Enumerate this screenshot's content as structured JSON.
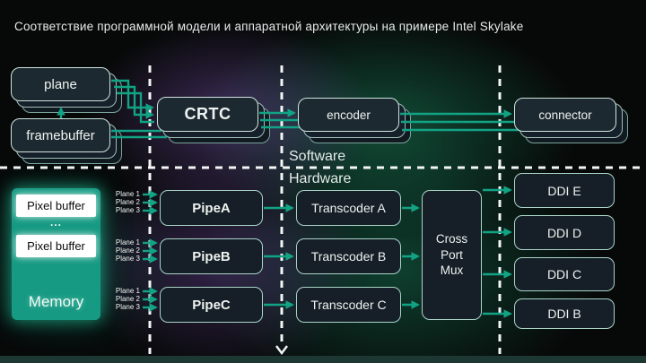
{
  "title": "Соответствие программной модели и аппаратной архитектуры на примере Intel Skylake",
  "labels": {
    "software": "Software",
    "hardware": "Hardware"
  },
  "software": {
    "plane": "plane",
    "framebuffer": "framebuffer",
    "crtc": "CRTC",
    "encoder": "encoder",
    "connector": "connector"
  },
  "hardware": {
    "memory_label": "Memory",
    "pixel_buffer_1": "Pixel buffer",
    "ellipsis": "...",
    "pixel_buffer_2": "Pixel buffer",
    "plane_inputs": [
      "Plane 1",
      "Plane 2",
      "Plane 3"
    ],
    "pipes": [
      "PipeA",
      "PipeB",
      "PipeC"
    ],
    "transcoders": [
      "Transcoder A",
      "Transcoder B",
      "Transcoder C"
    ],
    "cross_port_mux": "Cross Port Mux",
    "ddis": [
      "DDI E",
      "DDI D",
      "DDI C",
      "DDI B"
    ]
  },
  "colors": {
    "accent": "#12a385",
    "memory_fill": "#169a83",
    "purple_glow": "#6b4a96",
    "green_glow": "#1c8f6c"
  }
}
